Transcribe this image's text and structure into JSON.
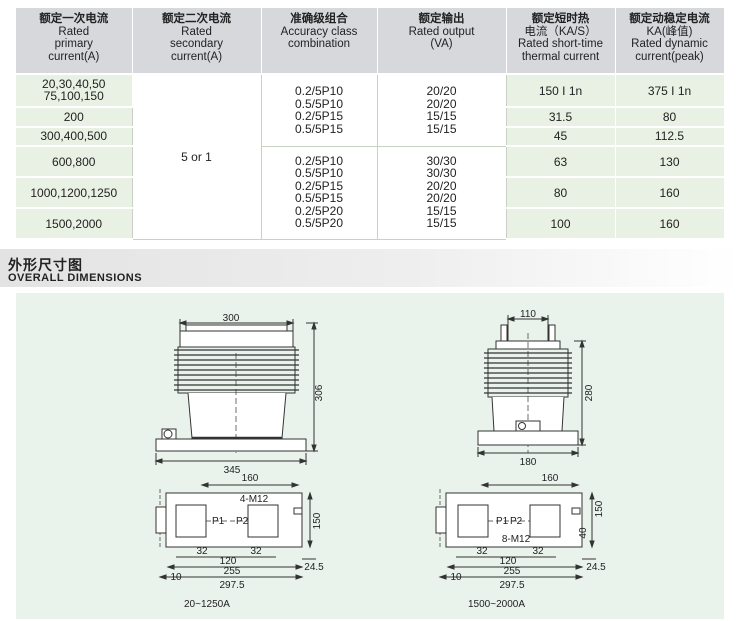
{
  "table": {
    "headers": [
      {
        "zh": "额定一次电流",
        "en": [
          "Rated",
          "primary",
          "current(A)"
        ]
      },
      {
        "zh": "额定二次电流",
        "en": [
          "Rated",
          "secondary",
          "current(A)"
        ]
      },
      {
        "zh": "准确级组合",
        "en": [
          "Accuracy class",
          "combination"
        ]
      },
      {
        "zh": "额定输出",
        "en": [
          "Rated output",
          "(VA)"
        ]
      },
      {
        "zh": "额定短时热",
        "en": [
          "电流（KA/S）",
          "Rated short-time",
          "thermal current"
        ]
      },
      {
        "zh": "额定动稳定电流",
        "en": [
          "KA(峰值)",
          "Rated dynamic",
          "current(peak)"
        ]
      }
    ],
    "rows": [
      {
        "primary": "20,30,40,50\n75,100,150",
        "thermal": "150 I 1n",
        "dynamic": "375 I 1n"
      },
      {
        "primary": "200",
        "thermal": "31.5",
        "dynamic": "80"
      },
      {
        "primary": "300,400,500",
        "thermal": "45",
        "dynamic": "112.5"
      },
      {
        "primary": "600,800",
        "thermal": "63",
        "dynamic": "130"
      },
      {
        "primary": "1000,1200,1250",
        "thermal": "80",
        "dynamic": "160"
      },
      {
        "primary": "1500,2000",
        "thermal": "100",
        "dynamic": "160"
      }
    ],
    "secondary": "5 or 1",
    "group1": {
      "accuracy": [
        "0.2/5P10",
        "0.5/5P10",
        "0.2/5P15",
        "0.5/5P15"
      ],
      "output": [
        "20/20",
        "20/20",
        "15/15",
        "15/15"
      ]
    },
    "group2": {
      "accuracy": [
        "0.2/5P10",
        "0.5/5P10",
        "0.2/5P15",
        "0.5/5P15",
        "0.2/5P20",
        "0.5/5P20"
      ],
      "output": [
        "30/30",
        "30/30",
        "20/20",
        "20/20",
        "15/15",
        "15/15"
      ]
    }
  },
  "section": {
    "title_zh": "外形尺寸图",
    "title_en": "OVERALL DIMENSIONS"
  },
  "drawings": {
    "front": {
      "width": "300",
      "height": "306",
      "base": "345"
    },
    "side": {
      "top": "110",
      "height": "280",
      "base": "180"
    },
    "plan_left": {
      "caption": "20~1250A",
      "dims": [
        "160",
        "4-M12",
        "150",
        "32",
        "120",
        "32",
        "10",
        "255",
        "297.5",
        "24.5"
      ],
      "terminals": [
        "P1",
        "P2"
      ]
    },
    "plan_right": {
      "caption": "1500~2000A",
      "dims": [
        "160",
        "8-M12",
        "150",
        "40",
        "32",
        "120",
        "32",
        "10",
        "255",
        "297.5",
        "24.5"
      ],
      "terminals": [
        "P1",
        "P2"
      ]
    }
  }
}
